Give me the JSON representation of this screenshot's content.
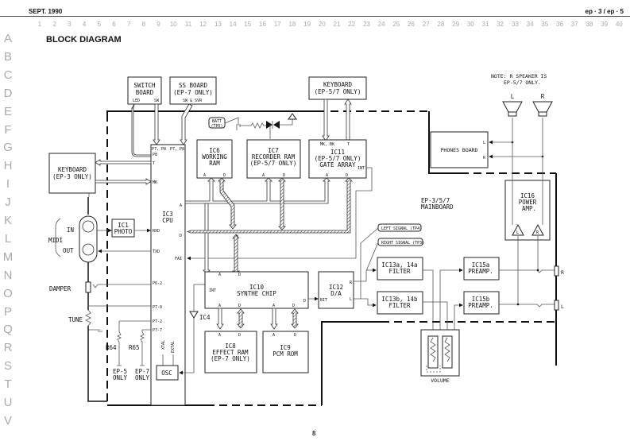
{
  "header": {
    "date": "SEPT. 1990",
    "model": "ep · 3 / ep · 5"
  },
  "grid": {
    "columns": [
      "1",
      "2",
      "3",
      "4",
      "5",
      "6",
      "7",
      "8",
      "9",
      "10",
      "11",
      "12",
      "13",
      "14",
      "15",
      "16",
      "17",
      "18",
      "19",
      "20",
      "21",
      "22",
      "23",
      "24",
      "25",
      "26",
      "27",
      "28",
      "29",
      "30",
      "31",
      "32",
      "33",
      "34",
      "35",
      "36",
      "37",
      "38",
      "39",
      "40"
    ],
    "rows": [
      "A",
      "B",
      "C",
      "D",
      "E",
      "F",
      "G",
      "H",
      "I",
      "J",
      "K",
      "L",
      "M",
      "N",
      "O",
      "P",
      "Q",
      "R",
      "S",
      "T",
      "U",
      "V"
    ]
  },
  "title": "BLOCK DIAGRAM",
  "page_number": "8",
  "note": {
    "line1": "NOTE: R SPEAKER IS",
    "line2": "EP-5/7 ONLY."
  },
  "mainboard": {
    "line1": "EP-3/5/7",
    "line2": "MAINBOARD"
  },
  "blocks": {
    "switch_board": {
      "line1": "SWITCH",
      "line2": "BOARD",
      "pin_led": "LED",
      "pin_sw": "SW"
    },
    "ss_board": {
      "line1": "SS BOARD",
      "line2": "(EP-7 ONLY)",
      "pin": "SW & SVR"
    },
    "keyboard_ep3": {
      "line1": "KEYBOARD",
      "line2": "(EP-3 ONLY)"
    },
    "keyboard_ep57": {
      "line1": "KEYBOARD",
      "line2": "(EP-5/7 ONLY)"
    },
    "batt": {
      "line1": "BATT",
      "line2": "(TP5)"
    },
    "ic6": {
      "line1": "IC6",
      "line2": "WORKING",
      "line3": "RAM"
    },
    "ic7": {
      "line1": "IC7",
      "line2": "RECORDER RAM",
      "line3": "(EP-5/7 ONLY)"
    },
    "ic11": {
      "line1": "IC11",
      "line2": "(EP-5/7 ONLY)",
      "line3": "GATE ARRAY",
      "pin_mkbk": "MK, BK",
      "pin_t": "T",
      "pin_int": "INT"
    },
    "ic3": {
      "line1": "IC3",
      "line2": "CPU",
      "pins": {
        "p7p8a": "P7, P8",
        "p7p8b": "P7, P8",
        "p8": "P8",
        "t": "T",
        "mk": "MK",
        "a": "A",
        "rxd": "RXD",
        "d": "D",
        "txd": "TXD",
        "fai": "FAI",
        "p6_2": "P6-2",
        "p7_0": "P7-0",
        "p7_2": "P7-2",
        "p7_7": "P7-7",
        "xtal": "XTAL",
        "extal": "EXTAL"
      }
    },
    "ic1": {
      "line1": "IC1",
      "line2": "PHOTO"
    },
    "midi": {
      "label": "MIDI",
      "in": "IN",
      "out": "OUT"
    },
    "damper": "DAMPER",
    "tune": "TUNE",
    "r64": "R64",
    "r65": "R65",
    "ep5_only": {
      "line1": "EP-5",
      "line2": "ONLY"
    },
    "ep7_only": {
      "line1": "EP-7",
      "line2": "ONLY"
    },
    "osc": "OSC",
    "ic4": "IC4",
    "ic10": {
      "line1": "IC10",
      "line2": "SYNTHE CHIP",
      "pin_int": "INT",
      "pin_d": "D"
    },
    "ic8": {
      "line1": "IC8",
      "line2": "EFFECT RAM",
      "line3": "(EP-7 ONLY)"
    },
    "ic9": {
      "line1": "IC9",
      "line2": "PCM ROM"
    },
    "ic12": {
      "line1": "IC12",
      "line2": "D/A",
      "pin_bit": "BIT",
      "pin_r": "R",
      "pin_l": "L"
    },
    "left_signal": "LEFT SIGNAL (TP4)",
    "right_signal": "RIGHT SIGNAL (TP3)",
    "ic13a": {
      "line1": "IC13a, 14a",
      "line2": "FILTER"
    },
    "ic13b": {
      "line1": "IC13b, 14b",
      "line2": "FILTER"
    },
    "ic15a": {
      "line1": "IC15a",
      "line2": "PREAMP."
    },
    "ic15b": {
      "line1": "IC15b",
      "line2": "PREAMP."
    },
    "ic16": {
      "line1": "IC16",
      "line2": "POWER",
      "line3": "AMP.",
      "amp_l": "L",
      "amp_r": "R"
    },
    "phones_board": {
      "label": "PHONES BOARD",
      "pin_l": "L",
      "pin_r": "R"
    },
    "speaker_l": "L",
    "speaker_r": "R",
    "volume": "VOLUME",
    "out_r": "R",
    "out_l": "L",
    "pin_a": "A",
    "pin_d": "D"
  }
}
